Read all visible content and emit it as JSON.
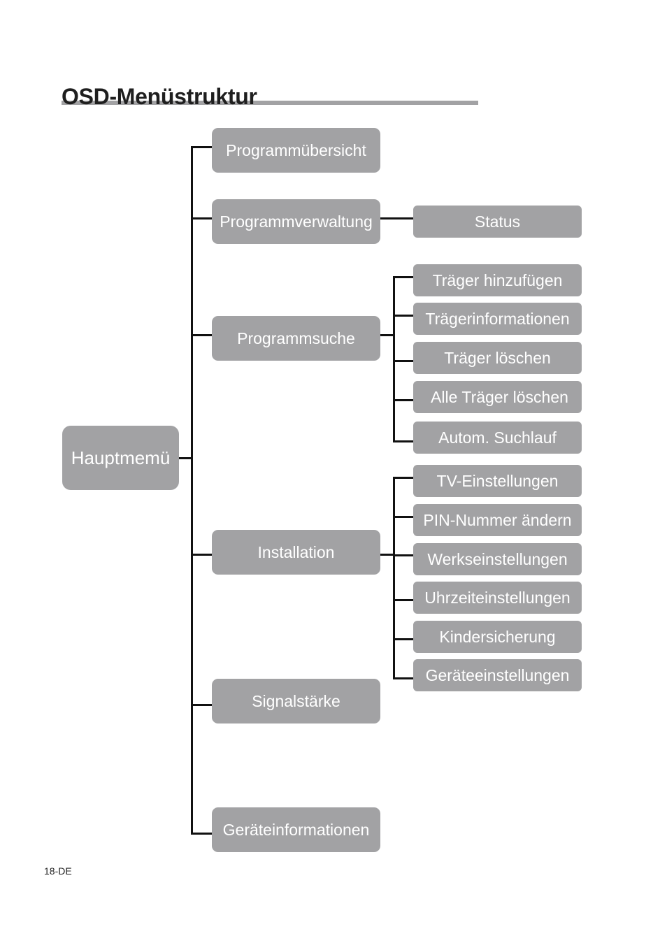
{
  "title": "OSD-Menüstruktur",
  "root": {
    "label": "Hauptmemü"
  },
  "level1": [
    {
      "label": "Programmübersicht"
    },
    {
      "label": "Programmverwaltung"
    },
    {
      "label": "Programmsuche"
    },
    {
      "label": "Installation"
    },
    {
      "label": "Signalstärke"
    },
    {
      "label": "Geräteinformationen"
    }
  ],
  "level2": {
    "programmverwaltung": [
      {
        "label": "Status"
      }
    ],
    "programmsuche": [
      {
        "label": "Träger hinzufügen"
      },
      {
        "label": "Trägerinformationen"
      },
      {
        "label": "Träger löschen"
      },
      {
        "label": "Alle Träger löschen"
      },
      {
        "label": "Autom. Suchlauf"
      }
    ],
    "installation": [
      {
        "label": "TV-Einstellungen"
      },
      {
        "label": "PIN-Nummer ändern"
      },
      {
        "label": "Werkseinstellungen"
      },
      {
        "label": "Uhrzeiteinstellungen"
      },
      {
        "label": "Kindersicherung"
      },
      {
        "label": "Geräteeinstellungen"
      }
    ]
  },
  "colors": {
    "node_fill": "#a2a2a4",
    "node_text": "#ffffff",
    "connector": "#111111",
    "title_rule": "#a2a2a4"
  },
  "page_number": "18-DE"
}
